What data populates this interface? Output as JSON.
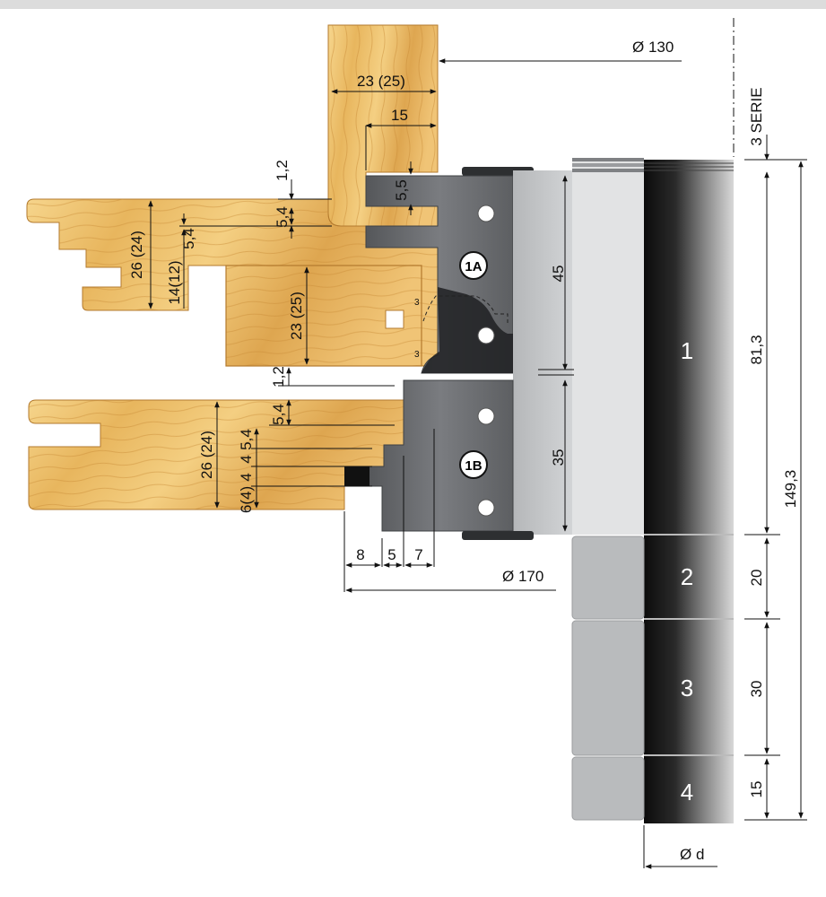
{
  "labels": {
    "d130": "Ø 130",
    "d170": "Ø 170",
    "dd": "Ø d",
    "serie": "3 SERIE",
    "t1A": "1A",
    "t1B": "1B",
    "seg1": "1",
    "seg2": "2",
    "seg3": "3",
    "seg4": "4",
    "h45": "45",
    "h35": "35",
    "h81": "81,3",
    "h149": "149,3",
    "h20": "20",
    "h30": "30",
    "h15": "15",
    "h3top": "3",
    "w23top": "23 (25)",
    "w15": "15",
    "d12a": "1,2",
    "d55": "5,5",
    "d54a": "5,4",
    "d54b": "5,4",
    "d2624a": "26 (24)",
    "d1412": "14(12)",
    "d2325": "23 (25)",
    "d12b": "1,2",
    "d54c": "5,4",
    "d2624b": "26 (24)",
    "d54d": "5,4",
    "d4a": "4",
    "d4b": "4",
    "d64": "6(4)",
    "w8": "8",
    "w5": "5",
    "w7": "7",
    "s3a": "3",
    "s3b": "3"
  },
  "colors": {
    "wood_light": "#f2c873",
    "wood_dark": "#d9a048",
    "steel": "#6b6d70",
    "spacer": "#c4c6c8",
    "shaft_dark": "#1a1a1a"
  }
}
